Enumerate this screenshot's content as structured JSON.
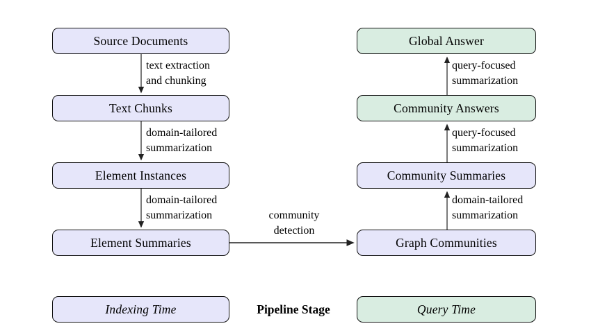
{
  "nodes": [
    {
      "label": "Source Documents",
      "stage": "indexing"
    },
    {
      "label": "Text Chunks",
      "stage": "indexing"
    },
    {
      "label": "Element Instances",
      "stage": "indexing"
    },
    {
      "label": "Element Summaries",
      "stage": "indexing"
    },
    {
      "label": "Graph Communities",
      "stage": "indexing"
    },
    {
      "label": "Community Summaries",
      "stage": "indexing"
    },
    {
      "label": "Community Answers",
      "stage": "query"
    },
    {
      "label": "Global Answer",
      "stage": "query"
    }
  ],
  "edges": [
    {
      "from": "Source Documents",
      "to": "Text Chunks",
      "lines": [
        "text extraction",
        "and chunking"
      ]
    },
    {
      "from": "Text Chunks",
      "to": "Element Instances",
      "lines": [
        "domain-tailored",
        "summarization"
      ]
    },
    {
      "from": "Element Instances",
      "to": "Element Summaries",
      "lines": [
        "domain-tailored",
        "summarization"
      ]
    },
    {
      "from": "Element Summaries",
      "to": "Graph Communities",
      "lines": [
        "community",
        "detection"
      ]
    },
    {
      "from": "Graph Communities",
      "to": "Community Summaries",
      "lines": [
        "domain-tailored",
        "summarization"
      ]
    },
    {
      "from": "Community Summaries",
      "to": "Community Answers",
      "lines": [
        "query-focused",
        "summarization"
      ]
    },
    {
      "from": "Community Answers",
      "to": "Global Answer",
      "lines": [
        "query-focused",
        "summarization"
      ]
    }
  ],
  "legend": {
    "indexing_label": "Indexing Time",
    "center_label": "Pipeline Stage",
    "query_label": "Query Time"
  },
  "colors": {
    "indexing_fill": "#e6e6fa",
    "query_fill": "#d9ede1",
    "border": "#111111",
    "arrow": "#222222"
  }
}
